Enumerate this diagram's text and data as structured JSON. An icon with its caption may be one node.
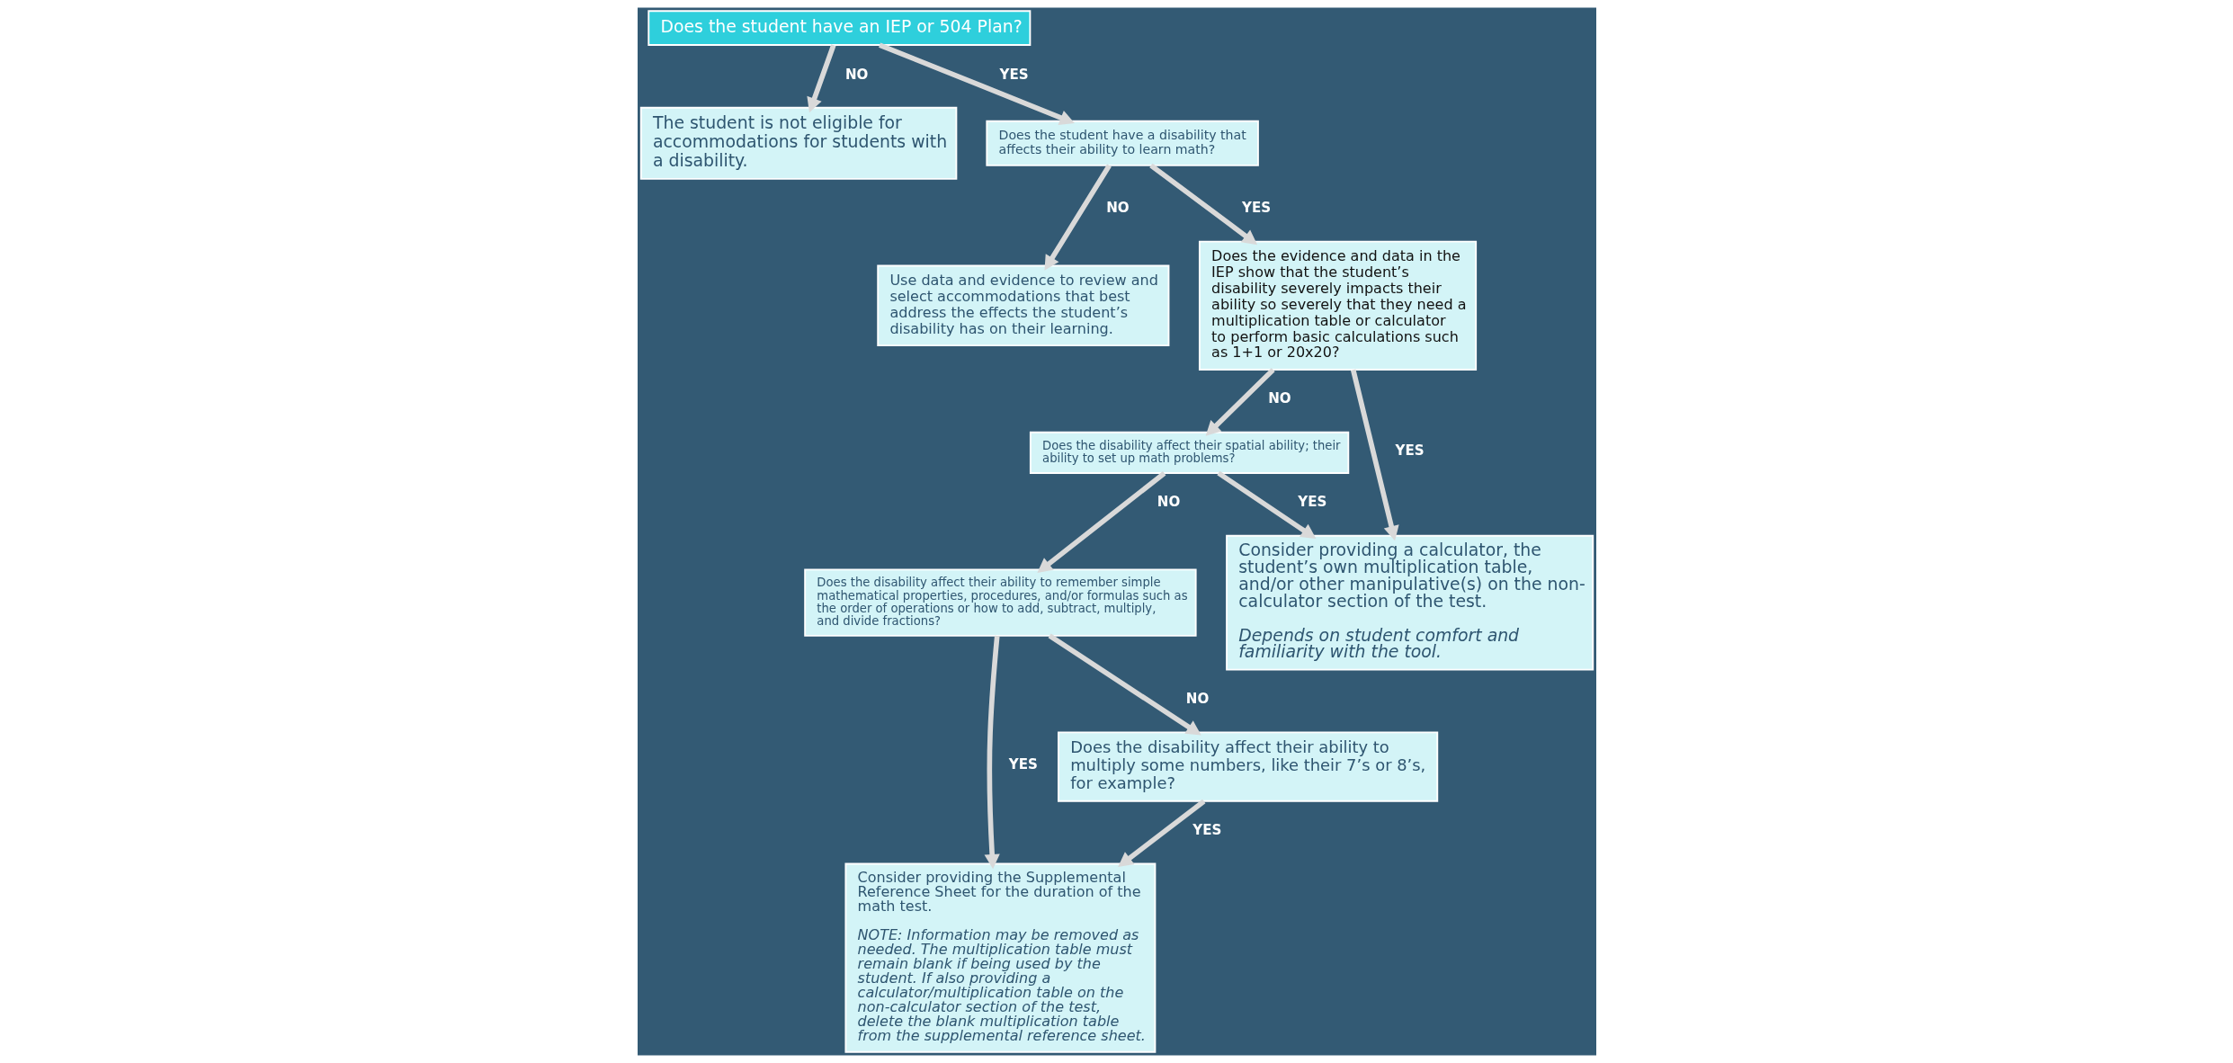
{
  "diagram": {
    "nodes": [
      {
        "text": [
          "Does the student have an IEP or 504 Plan?"
        ]
      },
      {
        "text": [
          "The student is not eligible for accommodations for students with a disability."
        ]
      },
      {
        "text": [
          "Does the student have a disability that affects their ability to learn math?"
        ]
      },
      {
        "text": [
          "Use data and evidence to review and select accommodations that best address the effects the student’s disability has on their learning."
        ]
      },
      {
        "text": [
          "Does the evidence and data in the IEP show that the student’s disability severely impacts their ability so severely that they need a multiplication table or calculator to perform basic calculations such as 1+1 or 20x20?"
        ]
      },
      {
        "text": [
          "Does the disability affect their spatial ability; their ability to set up math problems?"
        ]
      },
      {
        "text": [
          "Consider providing a calculator, the student’s own multiplication table, and/or other manipulative(s) on the non-calculator section of the test.",
          "Depends on student comfort and familiarity with the tool."
        ]
      },
      {
        "text": [
          "Does the disability affect their ability to remember simple mathematical properties, procedures, and/or formulas such as the order of operations or how to add, subtract, multiply, and divide fractions?"
        ]
      },
      {
        "text": [
          "Consider providing the Supplemental Reference Sheet for the duration of the math test.",
          "NOTE: Information may be removed as needed. The multiplication table must remain blank if being used by the student. If also providing a calculator/multiplication table on the non-calculator section of the test, delete the blank multiplication table from the supplemental reference sheet."
        ]
      },
      {
        "text": [
          "Does the disability affect their ability to multiply some numbers, like their 7’s or 8’s, for example?"
        ]
      }
    ],
    "edges": [
      {
        "from": 0,
        "to": 1,
        "arrow": "to",
        "label": "NO"
      },
      {
        "from": 0,
        "to": 2,
        "arrow": "to",
        "label": "YES"
      },
      {
        "from": 2,
        "to": 3,
        "arrow": "to",
        "label": "NO"
      },
      {
        "from": 2,
        "to": 4,
        "arrow": "to",
        "label": "YES"
      },
      {
        "from": 4,
        "to": 5,
        "arrow": "to",
        "label": "NO"
      },
      {
        "from": 4,
        "to": 6,
        "arrow": "to",
        "label": "YES"
      },
      {
        "from": 5,
        "to": 6,
        "arrow": "to",
        "label": "YES"
      },
      {
        "from": 5,
        "to": 7,
        "arrow": "to",
        "label": "NO"
      },
      {
        "from": 7,
        "to": 8,
        "arrow": "to",
        "label": "YES"
      },
      {
        "from": 7,
        "to": 9,
        "arrow": "to",
        "label": "NO"
      },
      {
        "from": 9,
        "to": 8,
        "arrow": "to",
        "label": "YES"
      }
    ]
  }
}
